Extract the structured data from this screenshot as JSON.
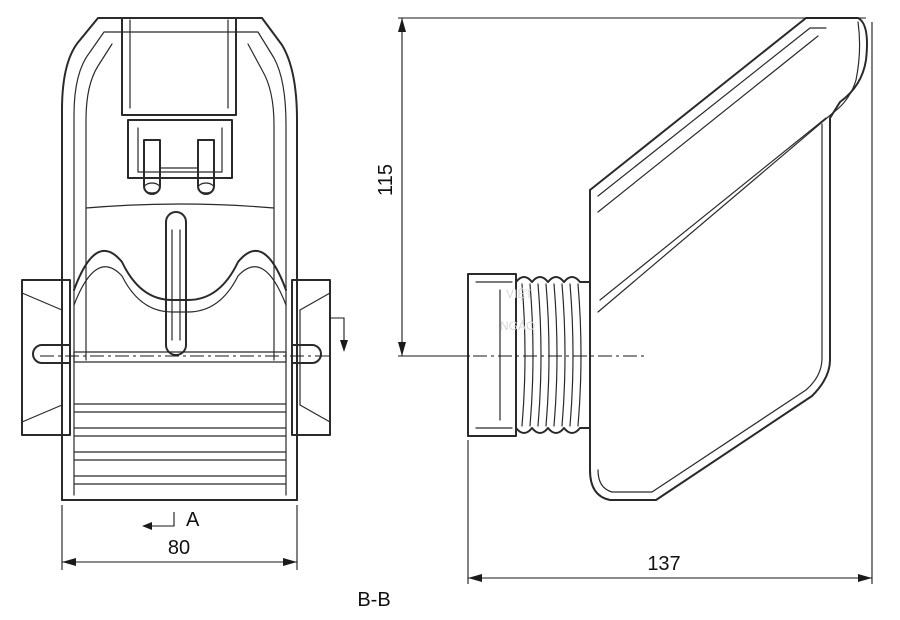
{
  "figure": {
    "dimensions": {
      "width_front": "80",
      "depth_side": "137",
      "height_side": "115"
    },
    "section_marker": "A",
    "section_title": "B-B",
    "watermark": {
      "line1": "VIỆT",
      "line2": "NGÀO"
    }
  }
}
